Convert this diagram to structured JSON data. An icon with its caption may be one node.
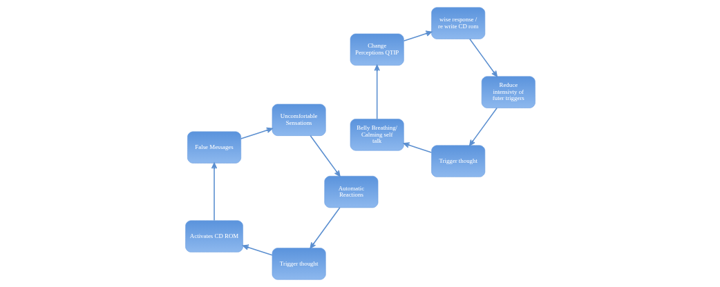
{
  "diagram": {
    "nodes": [
      {
        "text": [
          "Trigger thought"
        ]
      },
      {
        "text": [
          "Activates CD ROM"
        ]
      },
      {
        "text": [
          "False Messages"
        ]
      },
      {
        "text": [
          "Uncomfortable Sensations"
        ]
      },
      {
        "text": [
          "Automatic Reactions"
        ]
      },
      {
        "text": [
          "Trigger thought"
        ]
      },
      {
        "text": [
          "Belly Breathing/ Calming self talk"
        ]
      },
      {
        "text": [
          "Change Perceptions QTIP"
        ]
      },
      {
        "text": [
          "wise response / re write CD rom"
        ]
      },
      {
        "text": [
          "Reduce intensivty of futer triggers"
        ]
      }
    ],
    "edges": [
      {
        "from": 0,
        "to": 1,
        "arrow": "to"
      },
      {
        "from": 1,
        "to": 2,
        "arrow": "to"
      },
      {
        "from": 2,
        "to": 3,
        "arrow": "to"
      },
      {
        "from": 3,
        "to": 4,
        "arrow": "to"
      },
      {
        "from": 4,
        "to": 0,
        "arrow": "to"
      },
      {
        "from": 5,
        "to": 6,
        "arrow": "to"
      },
      {
        "from": 6,
        "to": 7,
        "arrow": "to"
      },
      {
        "from": 7,
        "to": 8,
        "arrow": "to"
      },
      {
        "from": 8,
        "to": 9,
        "arrow": "to"
      },
      {
        "from": 9,
        "to": 5,
        "arrow": "to"
      }
    ]
  }
}
